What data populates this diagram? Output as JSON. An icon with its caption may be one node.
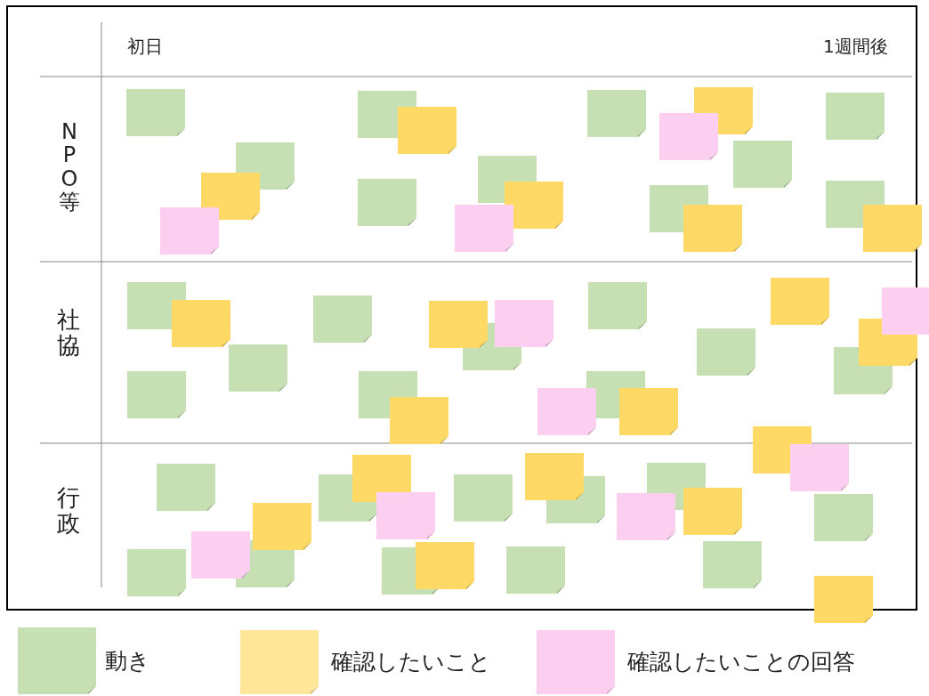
{
  "diagram": {
    "labels": [
      "初日",
      "1週間後",
      "NPO等",
      "社協",
      "行政"
    ],
    "legend": [
      {
        "text": "動き",
        "color": "#c6e0b4"
      },
      {
        "text": "確認したいこと",
        "color": "#ffe699"
      },
      {
        "text": "確認したいことの回答",
        "color": "#fccff0"
      }
    ]
  }
}
